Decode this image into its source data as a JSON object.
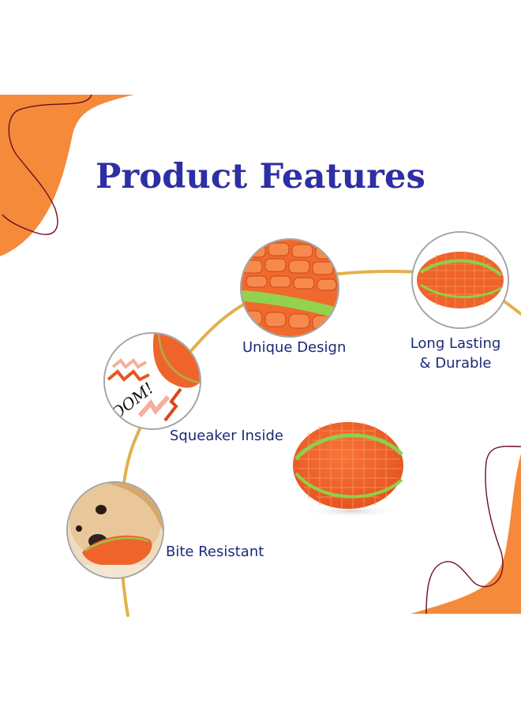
{
  "page": {
    "title": "Product Features",
    "colors": {
      "title": "#2b2fa8",
      "label": "#1c2a78",
      "accent_orange": "#f58a3b",
      "ball_orange": "#f0642a",
      "stripe_green": "#8fcf4a",
      "gold_arc": "#e2b14c",
      "maroon_line": "#6a1020",
      "circle_border": "#a5a5a5"
    }
  },
  "features": [
    {
      "id": "unique-design",
      "label": "Unique Design",
      "image": "ball-texture-closeup"
    },
    {
      "id": "long-lasting",
      "label_line1": "Long Lasting",
      "label_line2": "& Durable",
      "image": "ball-full-view"
    },
    {
      "id": "squeaker-inside",
      "label": "Squeaker Inside",
      "image": "boom-squeak-illustration",
      "image_text": "OOM!"
    },
    {
      "id": "bite-resistant",
      "label": "Bite Resistant",
      "image": "puppy-chewing-ball"
    }
  ],
  "hero": {
    "image": "orange-football-toy"
  }
}
